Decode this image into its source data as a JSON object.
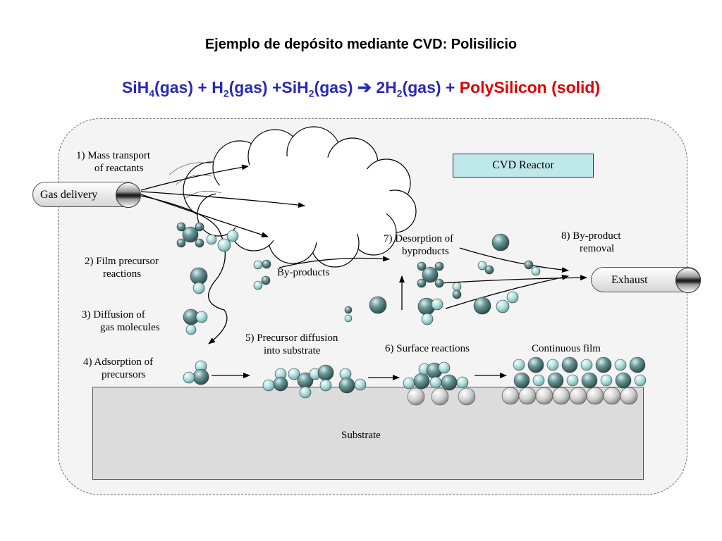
{
  "title": "Ejemplo de depósito mediante CVD: Polisilicio",
  "equation": {
    "sih": "SiH",
    "sub4": "4",
    "gas1": "(gas) + H",
    "sub2a": "2",
    "gas2": "(gas) +SiH",
    "sub2b": "2",
    "gas3": "(gas) ",
    "arrow": "➔",
    "h2": " 2H",
    "sub2c": "2",
    "gas4": "(gas) + ",
    "product": "PolySilicon (solid)"
  },
  "labels": {
    "mass_transport": "1)  Mass transport",
    "mass_transport2": "of reactants",
    "film_precursor": "2)  Film precursor",
    "film_precursor2": "reactions",
    "diffusion": "3)  Diffusion of",
    "diffusion2": "gas molecules",
    "adsorption": "4)  Adsorption of",
    "adsorption2": "precursors",
    "precursor_diffusion": "5)  Precursor diffusion",
    "precursor_diffusion2": "into substrate",
    "surface_reactions": "6)  Surface reactions",
    "desorption": "7)  Desorption of",
    "desorption2": "byproducts",
    "byproduct_removal": "8)  By-product",
    "byproduct_removal2": "removal",
    "byproducts": "By-products",
    "continuous_film": "Continuous film",
    "substrate": "Substrate",
    "cvd_reactor": "CVD Reactor",
    "gas_delivery": "Gas delivery",
    "exhaust": "Exhaust"
  },
  "colors": {
    "equation_blue": "#2a2ab8",
    "product_red": "#e00000",
    "reactor_box": "#bfe8ea",
    "molecule_dark": "#4e7878",
    "molecule_light": "#a9dcdc",
    "substrate_atom": "#c8c8c8"
  }
}
